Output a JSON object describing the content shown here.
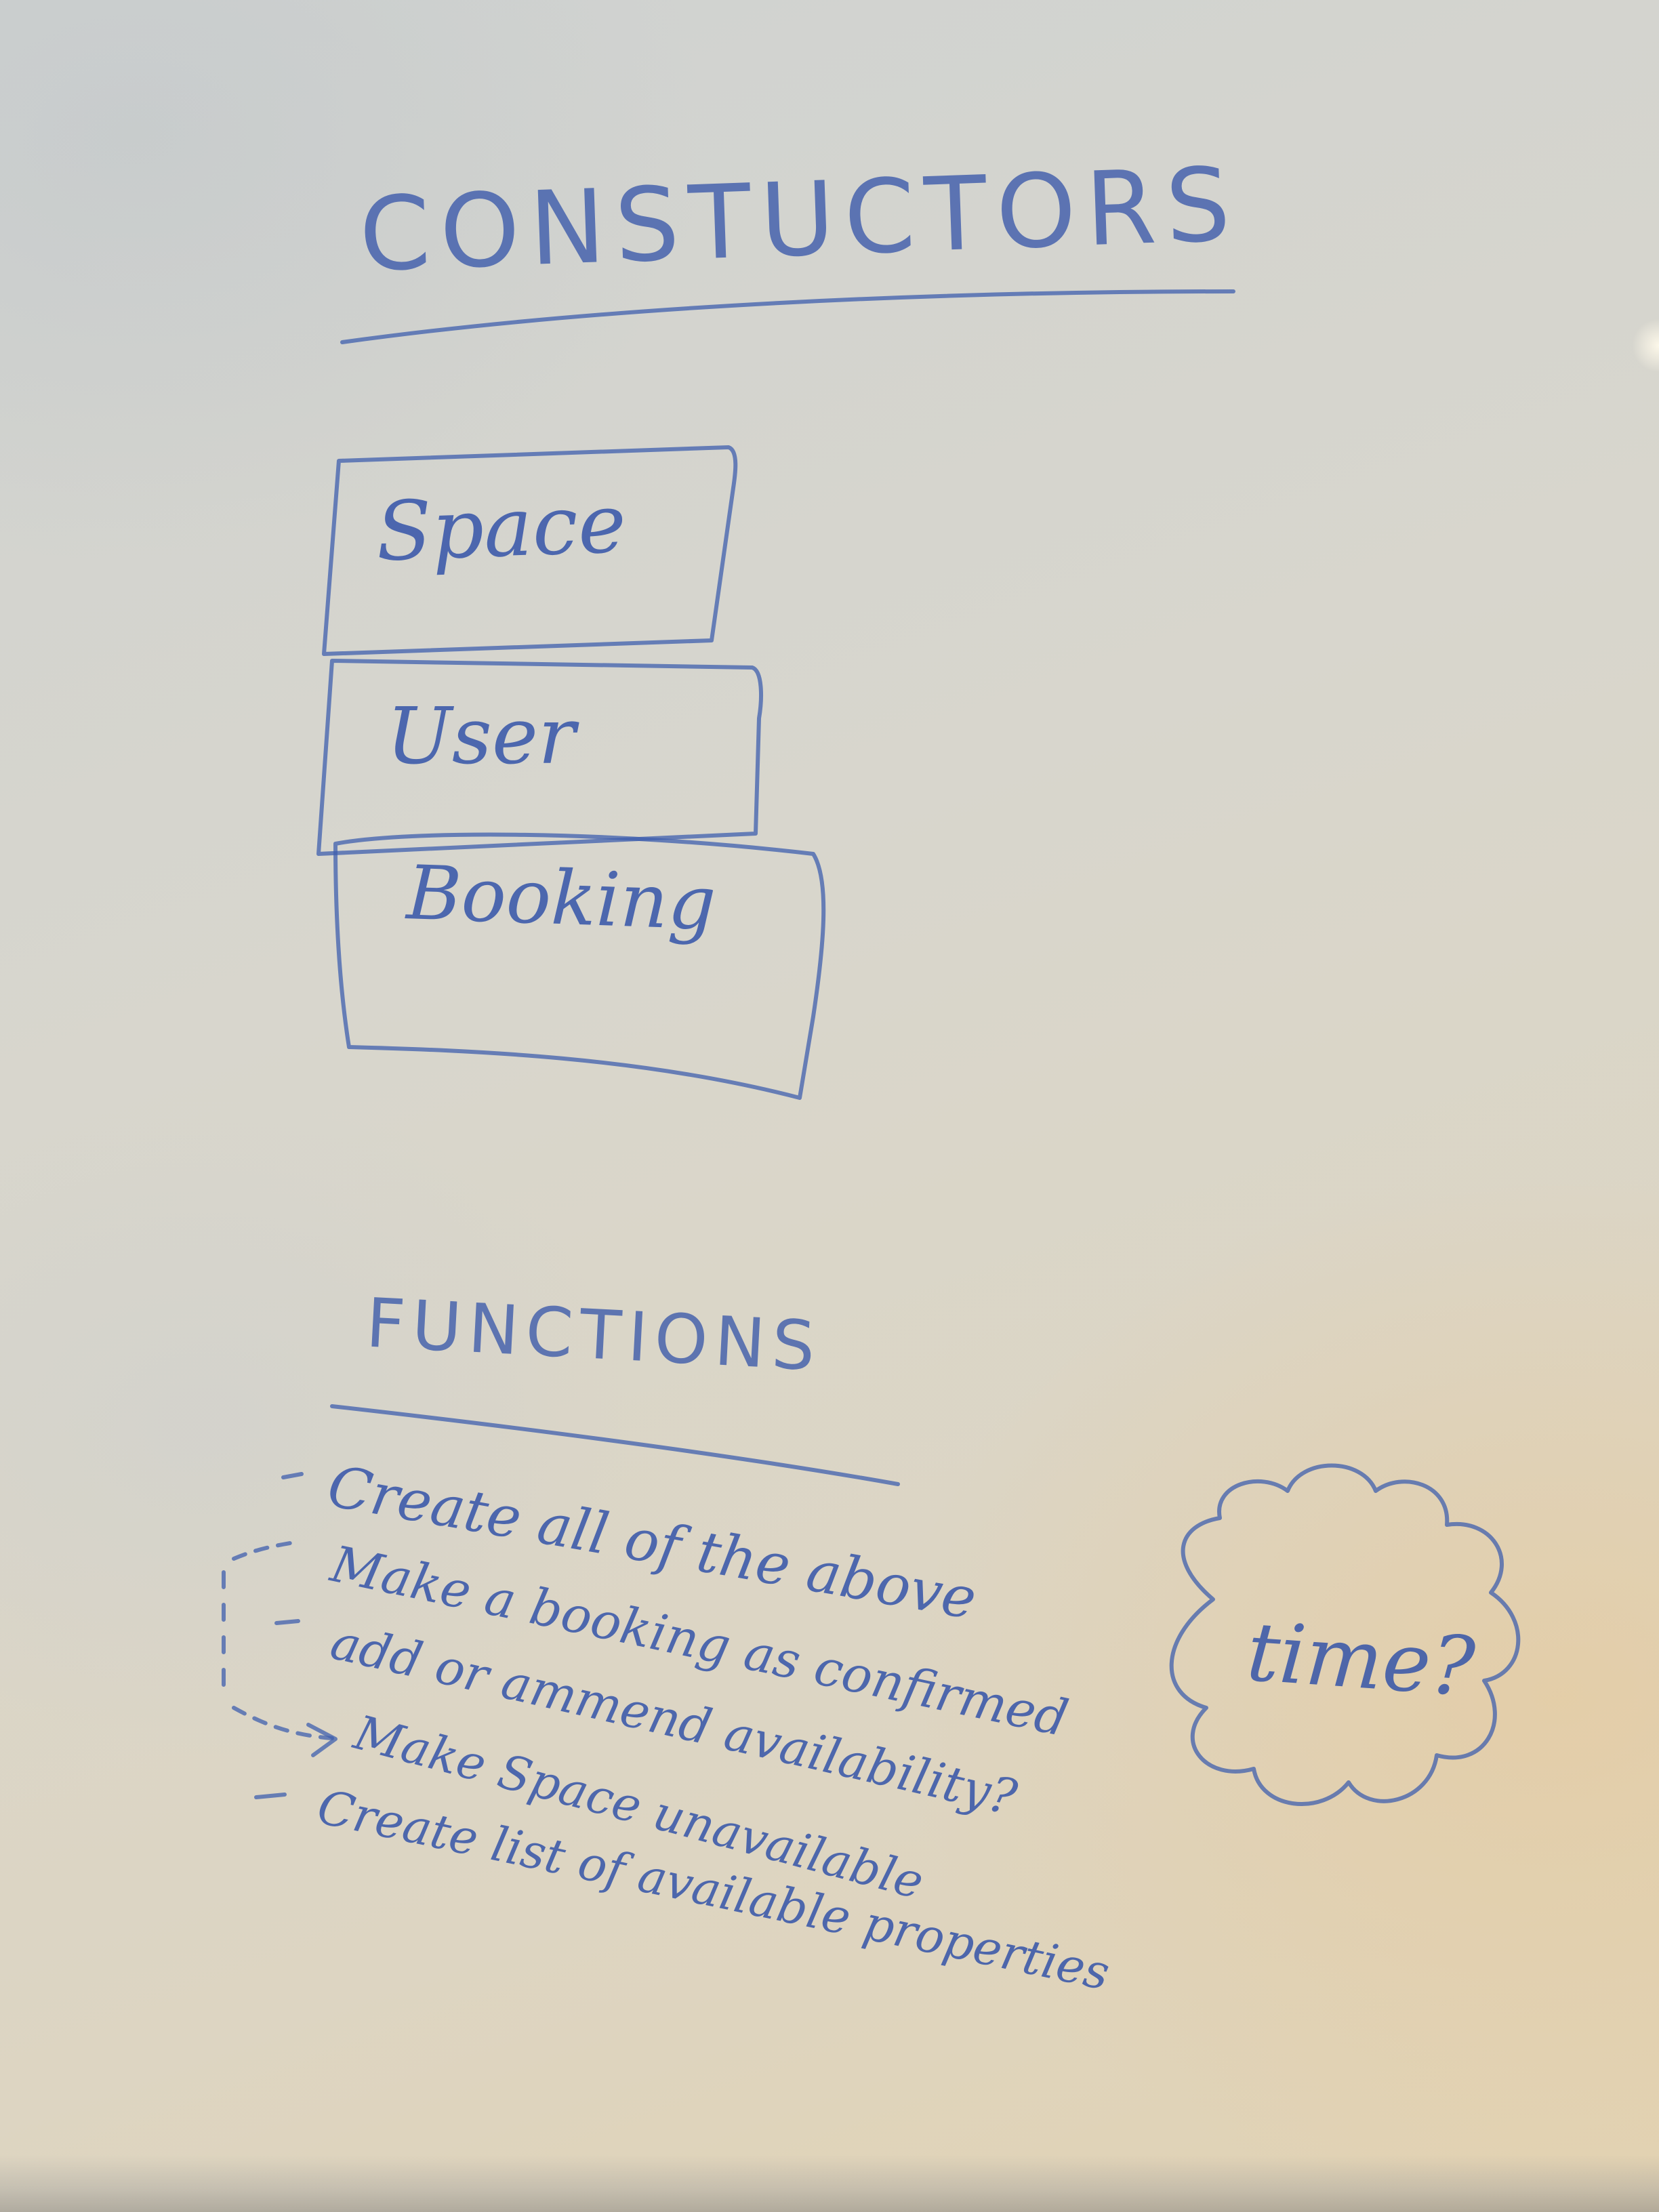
{
  "whiteboard": {
    "constructors_heading": "CONSTUCTORS",
    "boxes": [
      "Space",
      "User",
      "Booking"
    ],
    "functions_heading": "FUNCTIONS",
    "function_items": [
      "Create all of the above",
      "Make a booking as confirmed",
      "add or ammend availability?",
      "Make Space unavailable",
      "Create list of available properties"
    ],
    "cloud_text": "time?"
  },
  "colors": {
    "ink": "#2e4fa8",
    "board": "#d9d8d0"
  }
}
